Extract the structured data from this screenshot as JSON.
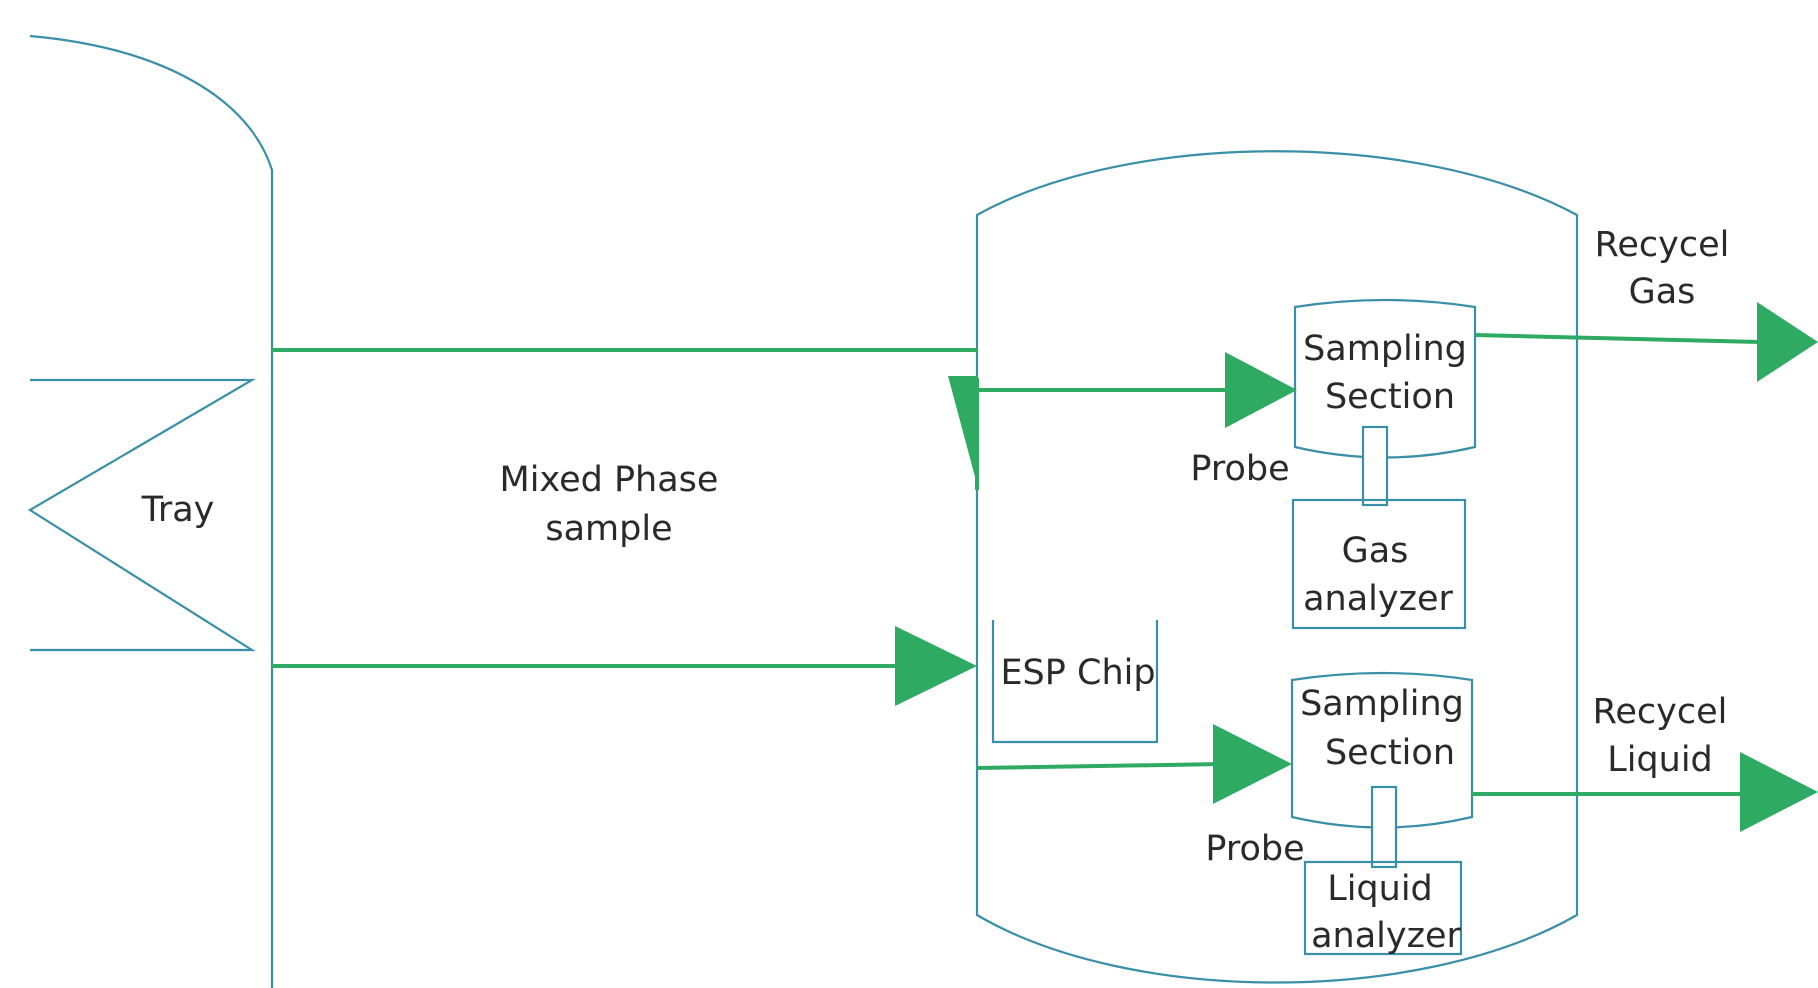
{
  "labels": {
    "tray": "Tray",
    "mixed_phase_line1": "Mixed Phase",
    "mixed_phase_line2": "sample",
    "recycle_gas_line1": "Recycel",
    "recycle_gas_line2": "Gas",
    "sampling_top_line1": "Sampling",
    "sampling_top_line2": "Section",
    "probe_top": "Probe",
    "gas_analyzer_line1": "Gas",
    "gas_analyzer_line2": "analyzer",
    "esp_chip": "ESP Chip",
    "sampling_bottom_line1": "Sampling",
    "sampling_bottom_line2": "Section",
    "recycle_liquid_line1": "Recycel",
    "recycle_liquid_line2": "Liquid",
    "probe_bottom": "Probe",
    "liquid_analyzer_line1": "Liquid",
    "liquid_analyzer_line2": "analyzer"
  },
  "colors": {
    "outline": "#3a8fa8",
    "flow": "#2eaa63",
    "text": "#2a2a2a"
  }
}
